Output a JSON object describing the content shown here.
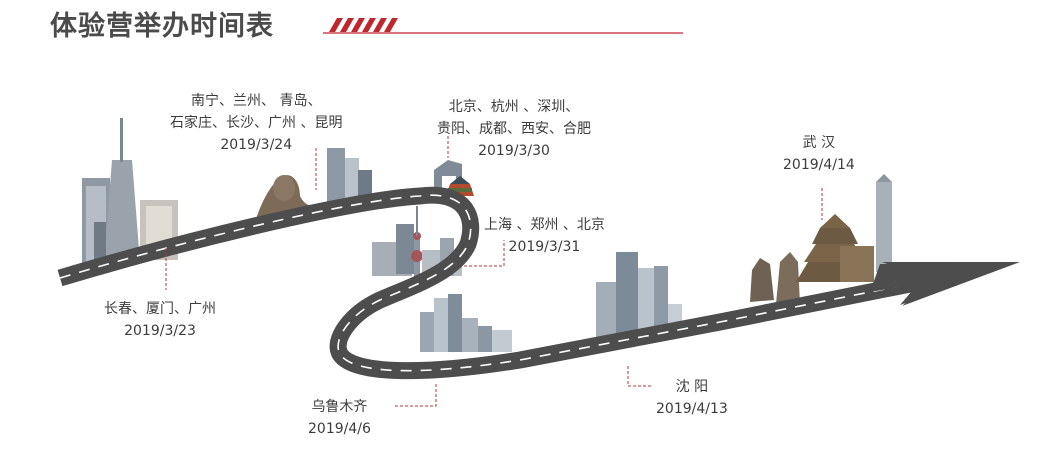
{
  "title": "体验营举办时间表",
  "colors": {
    "accent": "#c0262d",
    "road": "#4d4d4d",
    "road_mark": "#ffffff",
    "text": "#3c3c3c"
  },
  "stops": [
    {
      "id": "changchun",
      "cities": "长春、厦门、广州",
      "date": "2019/3/23"
    },
    {
      "id": "nanning",
      "cities_line1": "南宁、兰州、 青岛、",
      "cities_line2": "石家庄、长沙、广州 、昆明",
      "date": "2019/3/24"
    },
    {
      "id": "beijing",
      "cities_line1": "北京、杭州 、深圳、",
      "cities_line2": "贵阳、成都、西安、合肥",
      "date": "2019/3/30"
    },
    {
      "id": "shanghai",
      "cities": "上海 、郑州 、北京",
      "date": "2019/3/31"
    },
    {
      "id": "urumqi",
      "cities": "乌鲁木齐",
      "date": "2019/4/6"
    },
    {
      "id": "shenyang",
      "cities": "沈 阳",
      "date": "2019/4/13"
    },
    {
      "id": "wuhan",
      "cities": "武 汉",
      "date": "2019/4/14"
    }
  ]
}
